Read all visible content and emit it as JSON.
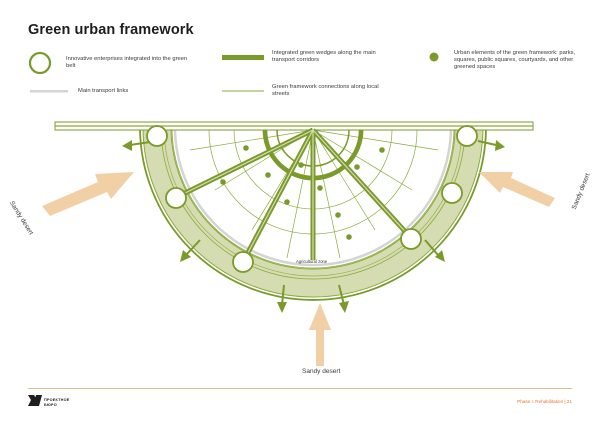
{
  "page": {
    "title": "Green urban framework"
  },
  "legend": {
    "enterprises": "Innovative enterprises integrated into the green belt",
    "wedges": "Integrated green wedges along the main transport corridors",
    "urban_elements": "Urban elements of the green framework: parks, squares, public squares, courtyards, and other greened spaces",
    "transport": "Main transport links",
    "connections": "Green framework connections along local streets"
  },
  "diagram": {
    "desert_left": "Sandy desert",
    "desert_right": "Sandy desert",
    "desert_bottom": "Sandy desert",
    "agricultural_zone": "Agricultural zone"
  },
  "footer": {
    "logo_line1": "ПРОЕКТНОЕ",
    "logo_line2": "БЮРО",
    "page_info": "Phase I. Rehabilitation | 21"
  },
  "colors": {
    "green_dark": "#7a9a2a",
    "green_fill": "#d6dcb2",
    "green_line": "#8aab3a",
    "desert_arrow": "#f2d0a6",
    "transport_gray": "#d4d4d4",
    "accent_orange": "#e07830"
  }
}
